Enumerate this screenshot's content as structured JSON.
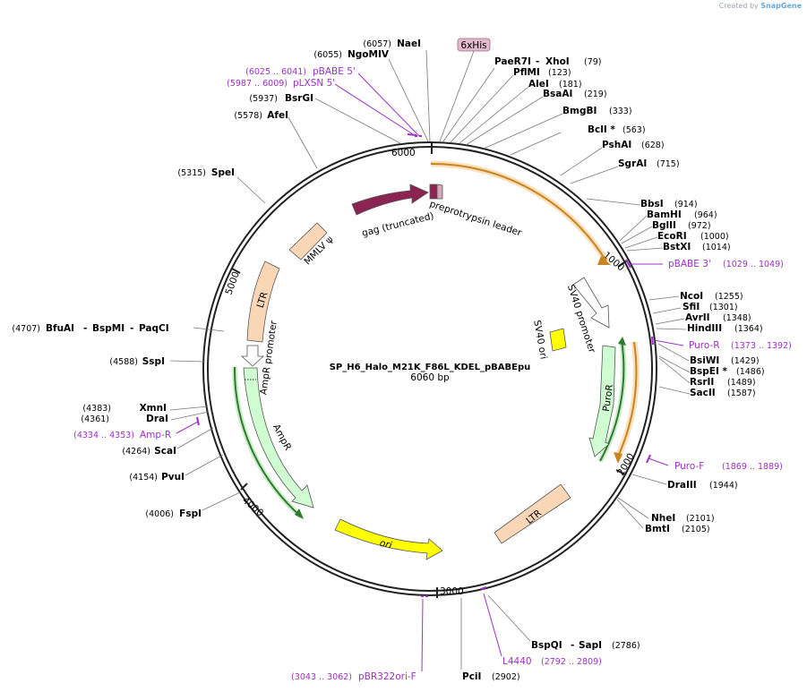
{
  "watermark": {
    "prefix": "Created by",
    "brand": "SnapGene"
  },
  "plasmid": {
    "name": "SP_H6_Halo_M21K_F86L_KDEL_pBABEpu",
    "length_label": "6060 bp",
    "length": 6060
  },
  "ticks": [
    "1000",
    "2000",
    "3000",
    "4000",
    "5000",
    "6000"
  ],
  "sites_right": [
    {
      "name": "PaeR7I",
      "sep": "-",
      "name2": "XhoI",
      "pos": "(79)"
    },
    {
      "name": "PflMI",
      "pos": "(123)"
    },
    {
      "name": "AleI",
      "pos": "(181)"
    },
    {
      "name": "BsaAI",
      "pos": "(219)"
    },
    {
      "name": "BmgBI",
      "pos": "(333)"
    },
    {
      "name": "BclI *",
      "pos": "(563)"
    },
    {
      "name": "PshAI",
      "pos": "(628)"
    },
    {
      "name": "SgrAI",
      "pos": "(715)"
    },
    {
      "name": "BbsI",
      "pos": "(914)"
    },
    {
      "name": "BamHI",
      "pos": "(964)"
    },
    {
      "name": "BglII",
      "pos": "(972)"
    },
    {
      "name": "EcoRI",
      "pos": "(1000)"
    },
    {
      "name": "BstXI",
      "pos": "(1014)"
    },
    {
      "name": "NcoI",
      "pos": "(1255)"
    },
    {
      "name": "SfiI",
      "pos": "(1301)"
    },
    {
      "name": "AvrII",
      "pos": "(1348)"
    },
    {
      "name": "HindIII",
      "pos": "(1364)"
    },
    {
      "name": "BsiWI",
      "pos": "(1429)"
    },
    {
      "name": "BspEI *",
      "pos": "(1486)"
    },
    {
      "name": "RsrII",
      "pos": "(1489)"
    },
    {
      "name": "SacII",
      "pos": "(1587)"
    },
    {
      "name": "DraIII",
      "pos": "(1944)"
    },
    {
      "name": "NheI",
      "pos": "(2101)"
    },
    {
      "name": "BmtI",
      "pos": "(2105)"
    },
    {
      "name": "BspQI",
      "sep": "-",
      "name2": "SapI",
      "pos": "(2786)"
    },
    {
      "name": "PciI",
      "pos": "(2902)"
    }
  ],
  "sites_left": [
    {
      "name": "NaeI",
      "pos": "(6057)"
    },
    {
      "name": "NgoMIV",
      "pos": "(6055)"
    },
    {
      "name": "BsrGI",
      "pos": "(5937)"
    },
    {
      "name": "AfeI",
      "pos": "(5578)"
    },
    {
      "name": "SpeI",
      "pos": "(5315)"
    },
    {
      "name": "BfuAI",
      "sep": "-",
      "name2": "BspMI",
      "sep2": "-",
      "name3": "PaqCI",
      "pos": "(4707)"
    },
    {
      "name": "SspI",
      "pos": "(4588)"
    },
    {
      "name": "XmnI",
      "pos": "(4383)"
    },
    {
      "name": "DraI",
      "pos": "(4361)"
    },
    {
      "name": "ScaI",
      "pos": "(4264)"
    },
    {
      "name": "PvuI",
      "pos": "(4154)"
    },
    {
      "name": "FspI",
      "pos": "(4006)"
    }
  ],
  "primers": [
    {
      "name": "pBABE 5'",
      "pos": "(6025 .. 6041)"
    },
    {
      "name": "pLXSN 5'",
      "pos": "(5987 .. 6009)"
    },
    {
      "name": "pBABE 3'",
      "pos": "(1029 .. 1049)"
    },
    {
      "name": "Puro-R",
      "pos": "(1373 .. 1392)"
    },
    {
      "name": "Puro-F",
      "pos": "(1869 .. 1889)"
    },
    {
      "name": "L4440",
      "pos": "(2792 .. 2809)"
    },
    {
      "name": "pBR322ori-F",
      "pos": "(3043 .. 3062)"
    },
    {
      "name": "Amp-R",
      "pos": "(4334 .. 4353)"
    }
  ],
  "features": {
    "his_tag": "6xHis",
    "gag": "gag (truncated)",
    "preprotrypsin": "preprotrypsin leader",
    "sv40_promoter": "SV40 promoter",
    "sv40_ori": "SV40 ori",
    "puror": "PuroR",
    "ltr_right": "LTR",
    "ori": "ori",
    "ampr": "AmpR",
    "ampr_promoter": "AmpR promoter",
    "ltr_left": "LTR",
    "mmlv": "MMLV ψ"
  },
  "colors": {
    "backbone": "#222222",
    "orange_feature": "#f2a640",
    "primer": "#9b30c8",
    "gag": "#8b2452",
    "ltr": "#f9d6b5",
    "ori": "#ffff00",
    "ampr": "#cffcd0",
    "his_tag": "#d6a8be"
  }
}
